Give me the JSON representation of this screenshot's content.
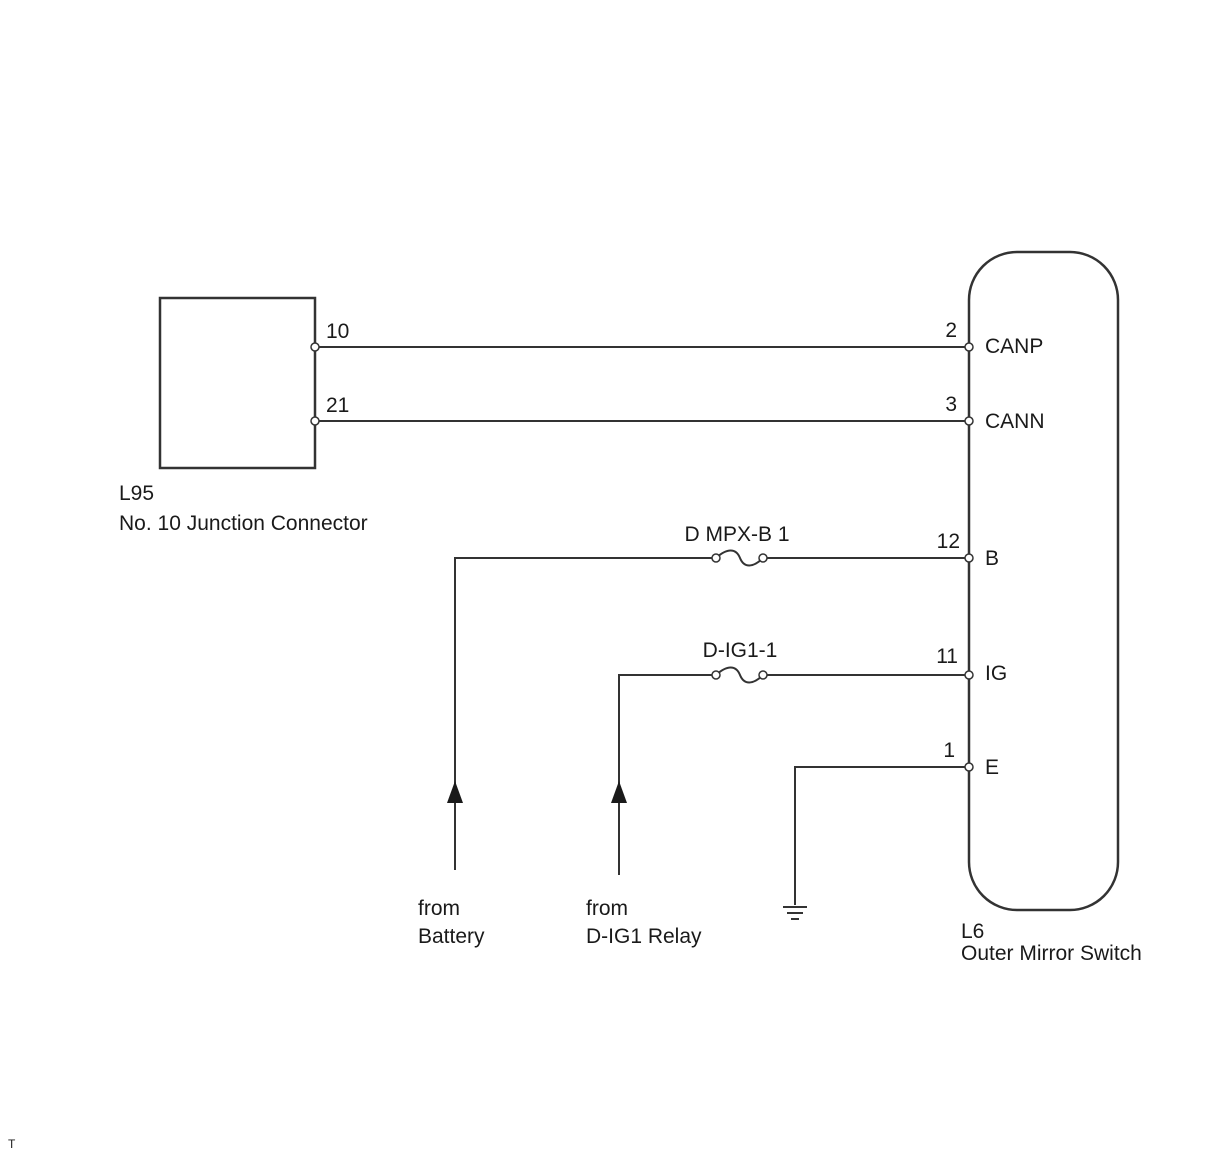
{
  "connector_l95": {
    "code": "L95",
    "name": "No. 10 Junction Connector",
    "pins": [
      "10",
      "21"
    ]
  },
  "connector_l6": {
    "code": "L6",
    "name": "Outer Mirror Switch",
    "terminals": [
      {
        "pin": "2",
        "signal": "CANP"
      },
      {
        "pin": "3",
        "signal": "CANN"
      },
      {
        "pin": "12",
        "signal": "B"
      },
      {
        "pin": "11",
        "signal": "IG"
      },
      {
        "pin": "1",
        "signal": "E"
      }
    ]
  },
  "fuses": [
    {
      "name": "D MPX-B 1"
    },
    {
      "name": "D-IG1-1"
    }
  ],
  "sources": [
    {
      "line1": "from",
      "line2": "Battery"
    },
    {
      "line1": "from",
      "line2": "D-IG1 Relay"
    }
  ],
  "footer_mark": "T",
  "colors": {
    "wire": "#333333",
    "text": "#1a1a1a",
    "background": "#ffffff"
  }
}
